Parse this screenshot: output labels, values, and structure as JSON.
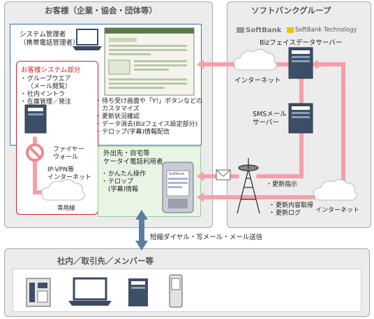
{
  "customer_panel": {
    "title": "お客様（企業・協会・団体等）",
    "admin_label": "システム管理者\n（携帯電話管理者）",
    "customer_system": {
      "title": "お客様システム部分",
      "items": [
        "グループウエア\n（メール閲覧）",
        "社内イントラ",
        "在庫管理／発注"
      ]
    },
    "admin_features": [
      "待ち受け画面や「Y!」ボタンなどの\nカスタマイズ",
      "更新状況確認",
      "データ消去(Bizフェイス設定部分)",
      "テロップ(字幕)情報配信"
    ],
    "firewall": "ファイヤー\nウォール",
    "ipvpn": "IP-VPN等\nインターネット",
    "leased_line": "専用線",
    "mobile_user": {
      "title": "外出先・自宅等\nケータイ電話利用者",
      "items": [
        "かんたん操作",
        "テロップ\n(字幕)情報"
      ]
    },
    "phone_brand": "SoftBank"
  },
  "softbank_panel": {
    "title": "ソフトバンクグループ",
    "logo_softbank": "SoftBank",
    "logo_softbank_tech": "SoftBank Technology",
    "biz_server": "Bizフェイスデータサーバー",
    "internet_top": "インターネット",
    "sms_server": "SMSメール\nサーバー",
    "update_instruction": "・更新指示",
    "update_fetch": [
      "更新内容取得",
      "更新ログ"
    ],
    "internet_bottom": "インターネット"
  },
  "dial_label": "短縮ダイヤル・写メール・メール送信",
  "bottom_panel": {
    "title": "社内／取引先／メンバー等"
  },
  "colors": {
    "panel_bg": "#ececec",
    "panel_border": "#a8a8a8",
    "pink_line": "#f4a0a8",
    "red": "#d0202a",
    "blue_border": "#3a6fb0",
    "green_bg": "#e8f4e4",
    "arrow_blue": "#5a7ea0"
  }
}
